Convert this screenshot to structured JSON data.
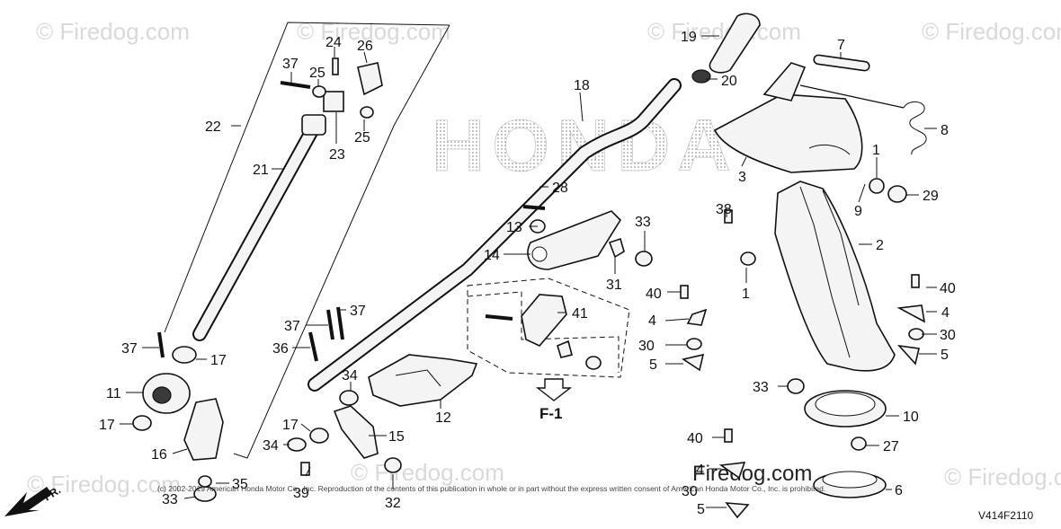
{
  "watermark": {
    "text": "© Firedog.com",
    "center_text": "Firedog.com"
  },
  "copyright": "(c) 2002-2019 American Honda Motor Co., Inc. Reproduction of the contents of this publication in whole or in part without the express written consent of American Honda Motor Co., Inc. is prohibited.",
  "diagram_code": "V414F2110",
  "brand_backdrop": "HONDA",
  "reference_label": "F-1",
  "direction_label": "FR.",
  "parts": [
    {
      "id": "19",
      "callout": "19"
    },
    {
      "id": "20",
      "callout": "20"
    },
    {
      "id": "18",
      "callout": "18"
    },
    {
      "id": "7",
      "callout": "7"
    },
    {
      "id": "8",
      "callout": "8"
    },
    {
      "id": "3",
      "callout": "3"
    },
    {
      "id": "1a",
      "callout": "1"
    },
    {
      "id": "9",
      "callout": "9"
    },
    {
      "id": "29",
      "callout": "29"
    },
    {
      "id": "2",
      "callout": "2"
    },
    {
      "id": "38",
      "callout": "38"
    },
    {
      "id": "1b",
      "callout": "1"
    },
    {
      "id": "40a",
      "callout": "40"
    },
    {
      "id": "4a",
      "callout": "4"
    },
    {
      "id": "30a",
      "callout": "30"
    },
    {
      "id": "5a",
      "callout": "5"
    },
    {
      "id": "24",
      "callout": "24"
    },
    {
      "id": "26",
      "callout": "26"
    },
    {
      "id": "37a",
      "callout": "37"
    },
    {
      "id": "25a",
      "callout": "25"
    },
    {
      "id": "25b",
      "callout": "25"
    },
    {
      "id": "22",
      "callout": "22"
    },
    {
      "id": "23",
      "callout": "23"
    },
    {
      "id": "21",
      "callout": "21"
    },
    {
      "id": "28",
      "callout": "28"
    },
    {
      "id": "13",
      "callout": "13"
    },
    {
      "id": "33a",
      "callout": "33"
    },
    {
      "id": "14",
      "callout": "14"
    },
    {
      "id": "31",
      "callout": "31"
    },
    {
      "id": "41",
      "callout": "41"
    },
    {
      "id": "37b",
      "callout": "37"
    },
    {
      "id": "37c",
      "callout": "37"
    },
    {
      "id": "36",
      "callout": "36"
    },
    {
      "id": "37d",
      "callout": "37"
    },
    {
      "id": "17a",
      "callout": "17"
    },
    {
      "id": "11",
      "callout": "11"
    },
    {
      "id": "17b",
      "callout": "17"
    },
    {
      "id": "16",
      "callout": "16"
    },
    {
      "id": "34a",
      "callout": "34"
    },
    {
      "id": "12",
      "callout": "12"
    },
    {
      "id": "17c",
      "callout": "17"
    },
    {
      "id": "15",
      "callout": "15"
    },
    {
      "id": "34b",
      "callout": "34"
    },
    {
      "id": "39",
      "callout": "39"
    },
    {
      "id": "35",
      "callout": "35"
    },
    {
      "id": "33b",
      "callout": "33"
    },
    {
      "id": "32",
      "callout": "32"
    },
    {
      "id": "40b",
      "callout": "40"
    },
    {
      "id": "4b",
      "callout": "4"
    },
    {
      "id": "30b",
      "callout": "30"
    },
    {
      "id": "5b",
      "callout": "5"
    },
    {
      "id": "33c",
      "callout": "33"
    },
    {
      "id": "10",
      "callout": "10"
    },
    {
      "id": "27",
      "callout": "27"
    },
    {
      "id": "40c",
      "callout": "40"
    },
    {
      "id": "4c",
      "callout": "4"
    },
    {
      "id": "30c",
      "callout": "30"
    },
    {
      "id": "5c",
      "callout": "5"
    },
    {
      "id": "6",
      "callout": "6"
    }
  ]
}
